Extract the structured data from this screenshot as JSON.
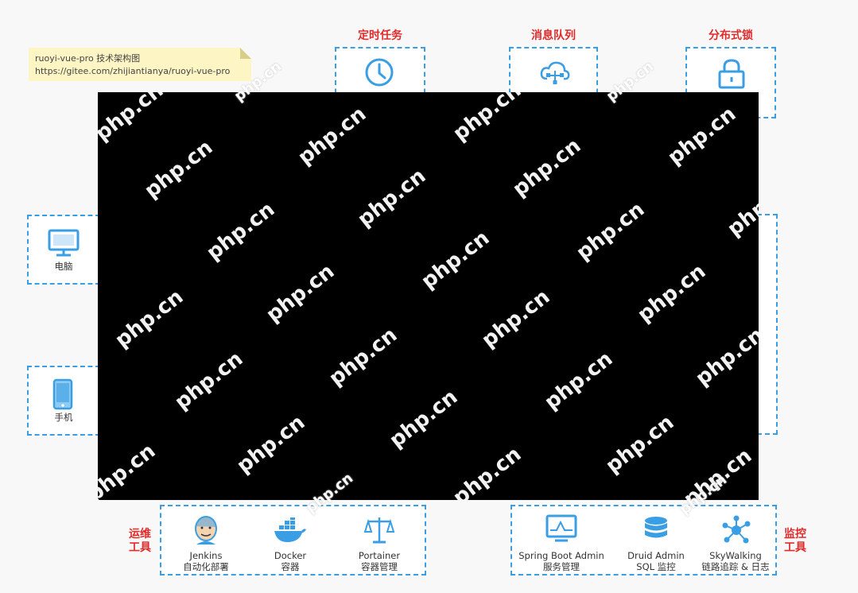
{
  "note": {
    "line1": "ruoyi-vue-pro 技术架构图",
    "line2": "https://gitee.com/zhijiantianya/ruoyi-vue-pro"
  },
  "top_services": [
    {
      "title": "定时任务",
      "icon": "clock-icon"
    },
    {
      "title": "消息队列",
      "icon": "cloud-network-icon"
    },
    {
      "title": "分布式锁",
      "icon": "lock-icon"
    }
  ],
  "clients": [
    {
      "label": "电脑",
      "icon": "monitor-icon"
    },
    {
      "label": "手机",
      "icon": "phone-icon"
    }
  ],
  "ops_tools": {
    "title": "运维\n工具",
    "items": [
      {
        "name": "Jenkins",
        "desc": "自动化部署",
        "icon": "jenkins-icon"
      },
      {
        "name": "Docker",
        "desc": "容器",
        "icon": "docker-whale-icon"
      },
      {
        "name": "Portainer",
        "desc": "容器管理",
        "icon": "scales-icon"
      }
    ]
  },
  "monitor_tools": {
    "title": "监控\n工具",
    "items": [
      {
        "name": "Spring Boot Admin",
        "desc": "服务管理",
        "icon": "monitor-chart-icon"
      },
      {
        "name": "Druid Admin",
        "desc": "SQL 监控",
        "icon": "database-icon"
      },
      {
        "name": "SkyWalking",
        "desc": "链路追踪 & 日志",
        "icon": "network-nodes-icon"
      }
    ]
  },
  "watermark": {
    "text": "php.cn"
  },
  "colors": {
    "accent_blue": "#3a9ee4",
    "title_red": "#e02b2b",
    "note_yellow": "#fdf5c4",
    "cover_black": "#000000"
  }
}
